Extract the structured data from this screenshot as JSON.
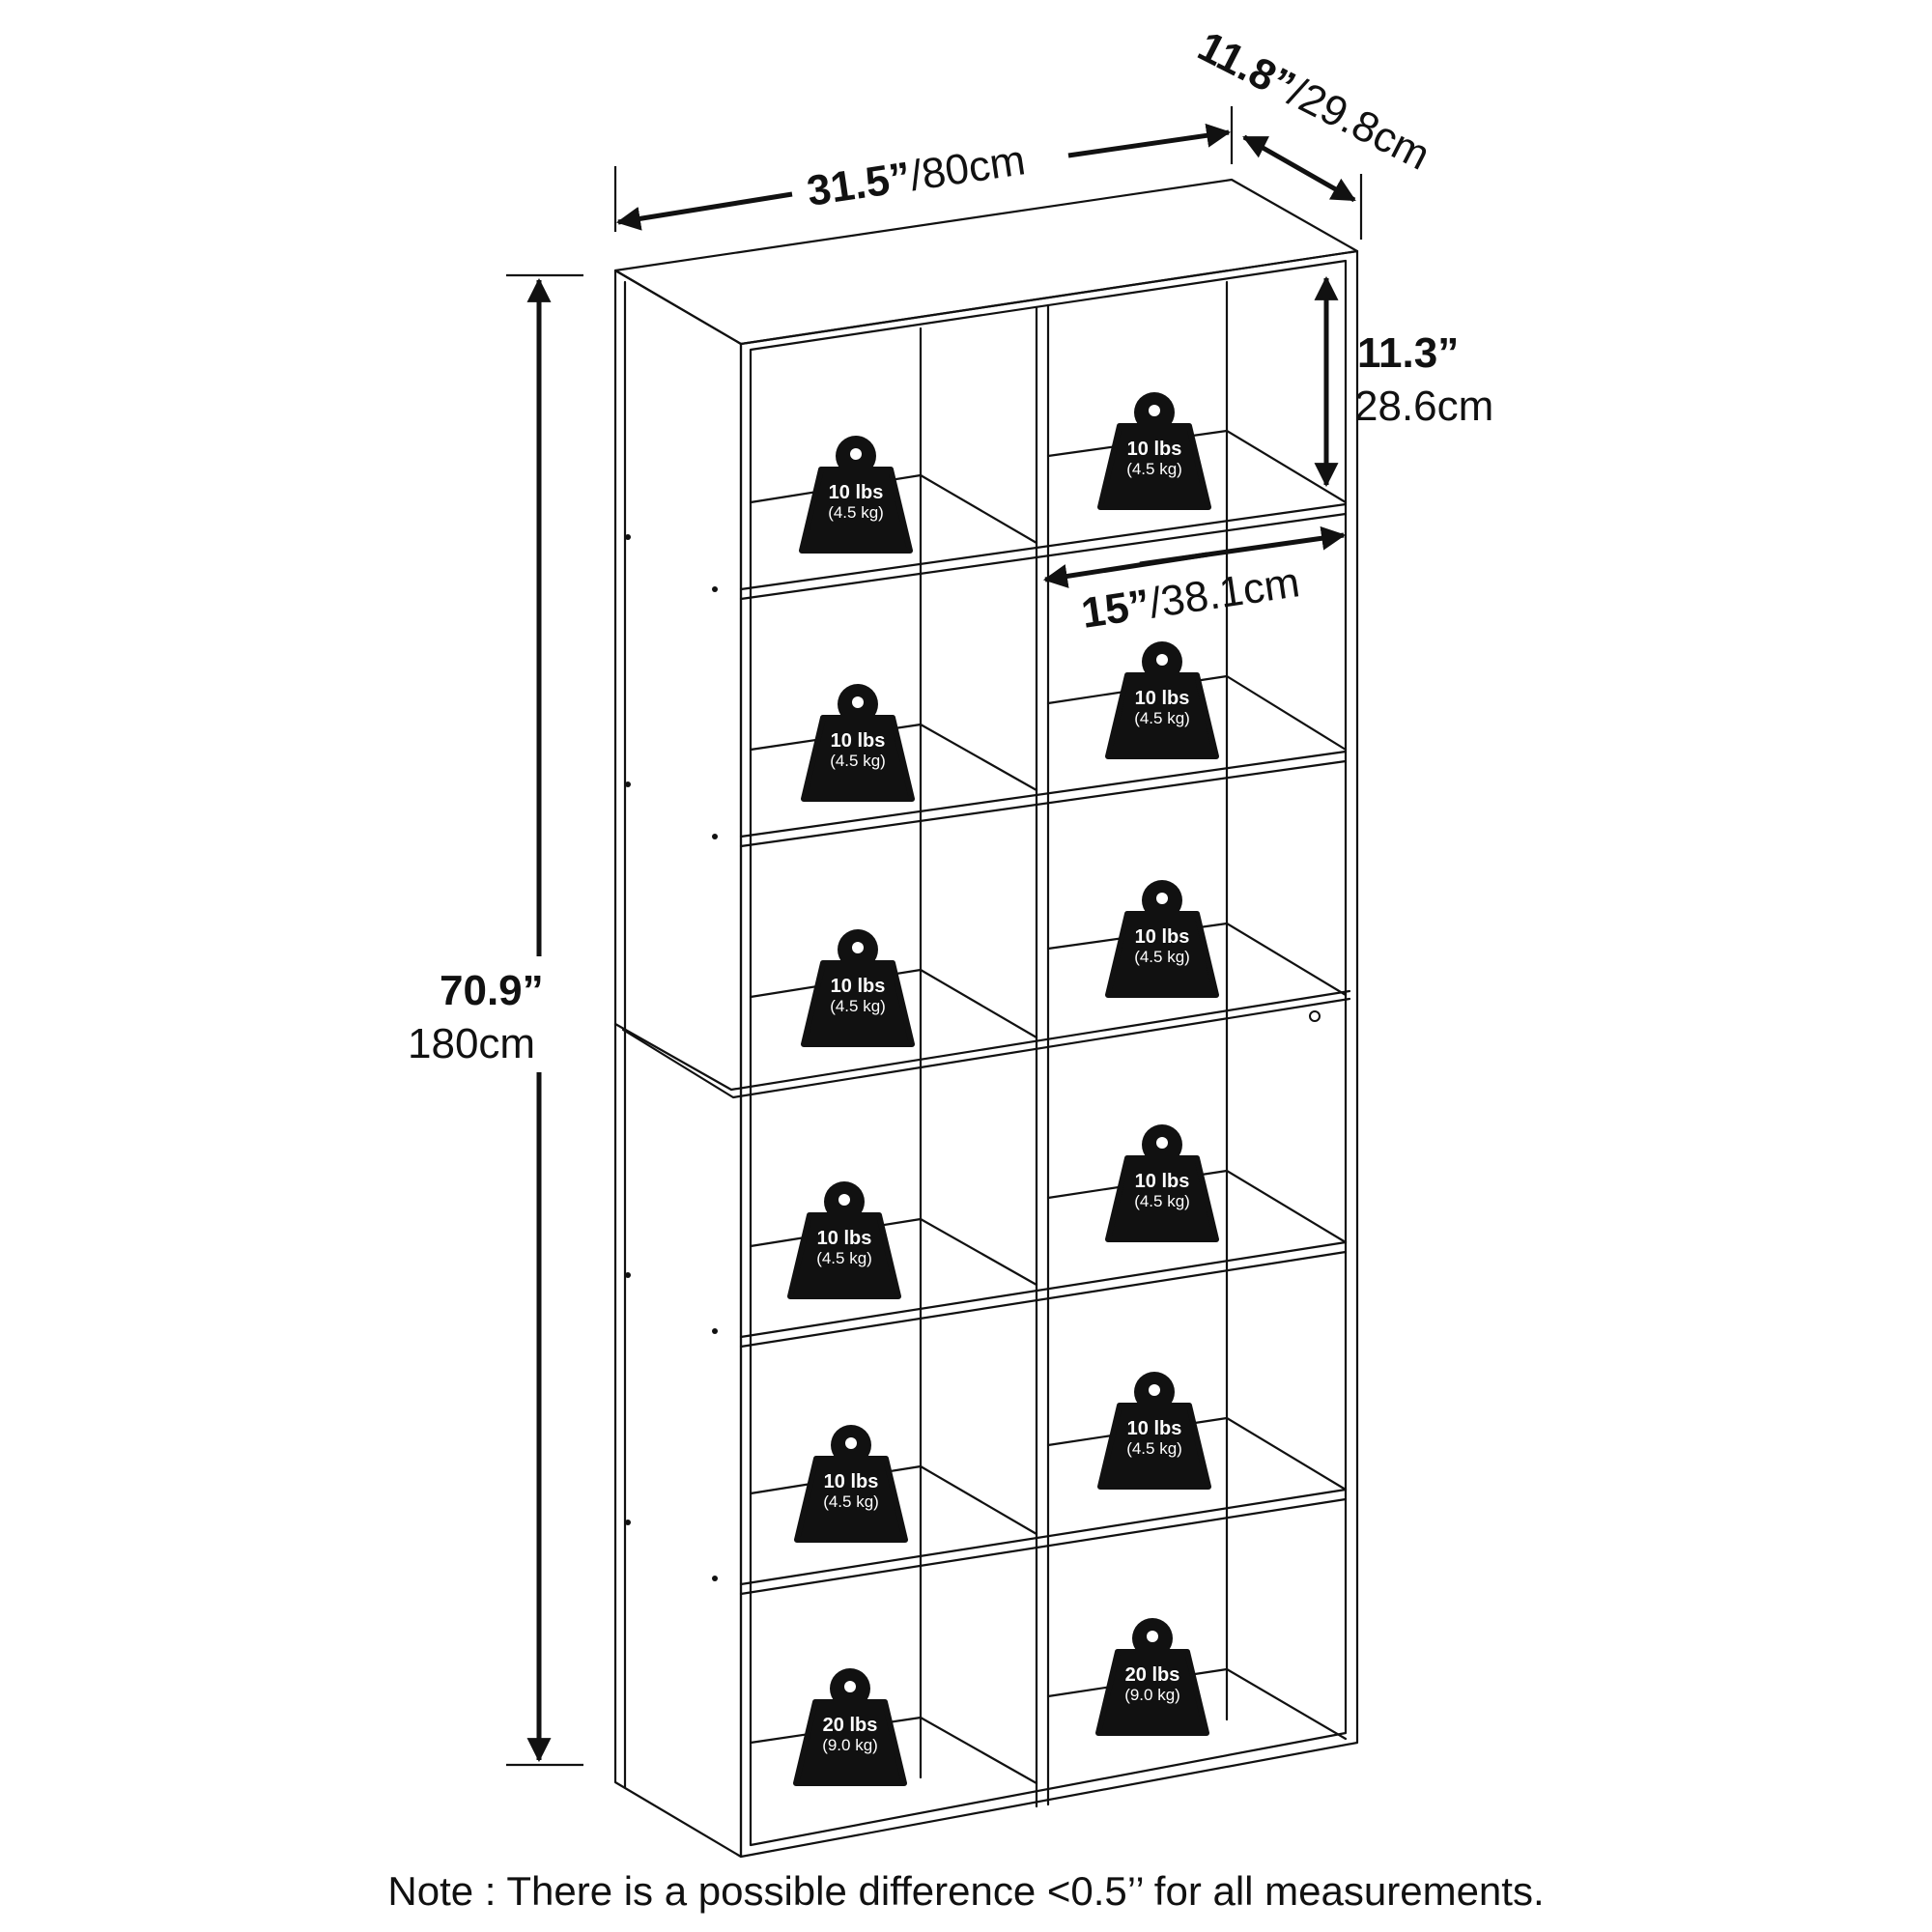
{
  "dimensions": {
    "width": {
      "imperial": "31.5”",
      "metric": "/80cm"
    },
    "depth": {
      "imperial": "11.8”",
      "metric": "/29.8cm"
    },
    "height": {
      "imperial": "70.9”",
      "metric": "180cm"
    },
    "cube_height": {
      "imperial": "11.3”",
      "metric": "28.6cm"
    },
    "cube_width": {
      "imperial": "15”",
      "metric": "/38.1cm"
    }
  },
  "weights": [
    {
      "main": "10 lbs",
      "sub": "(4.5 kg)"
    },
    {
      "main": "10 lbs",
      "sub": "(4.5 kg)"
    },
    {
      "main": "10 lbs",
      "sub": "(4.5 kg)"
    },
    {
      "main": "10 lbs",
      "sub": "(4.5 kg)"
    },
    {
      "main": "10 lbs",
      "sub": "(4.5 kg)"
    },
    {
      "main": "10 lbs",
      "sub": "(4.5 kg)"
    },
    {
      "main": "10 lbs",
      "sub": "(4.5 kg)"
    },
    {
      "main": "10 lbs",
      "sub": "(4.5 kg)"
    },
    {
      "main": "10 lbs",
      "sub": "(4.5 kg)"
    },
    {
      "main": "10 lbs",
      "sub": "(4.5 kg)"
    },
    {
      "main": "20 lbs",
      "sub": "(9.0 kg)"
    },
    {
      "main": "20 lbs",
      "sub": "(9.0 kg)"
    }
  ],
  "note": "Note : There is a possible difference <0.5’’ for all measurements."
}
